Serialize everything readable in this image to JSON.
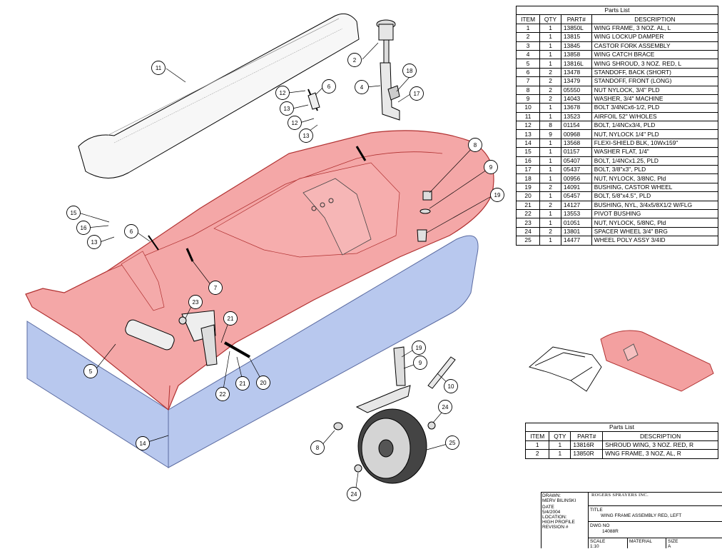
{
  "parts_main": {
    "caption": "Parts List",
    "headers": [
      "ITEM",
      "QTY",
      "PART#",
      "DESCRIPTION"
    ],
    "rows": [
      [
        "1",
        "1",
        "13850L",
        "WING FRAME, 3 NOZ. AL, L"
      ],
      [
        "2",
        "1",
        "13815",
        "WING LOCKUP DAMPER"
      ],
      [
        "3",
        "1",
        "13845",
        "CASTOR FORK ASSEMBLY"
      ],
      [
        "4",
        "1",
        "13858",
        "WING CATCH BRACE"
      ],
      [
        "5",
        "1",
        "13816L",
        "WING SHROUD, 3 NOZ. RED, L"
      ],
      [
        "6",
        "2",
        "13478",
        "STANDOFF, BACK (SHORT)"
      ],
      [
        "7",
        "2",
        "13479",
        "STANDOFF, FRONT (LONG)"
      ],
      [
        "8",
        "2",
        "05550",
        "NUT NYLOCK, 3/4\" PLD"
      ],
      [
        "9",
        "2",
        "14043",
        "WASHER, 3/4\" MACHINE"
      ],
      [
        "10",
        "1",
        "13678",
        "BOLT 3/4NCx6-1/2, PLD"
      ],
      [
        "11",
        "1",
        "13523",
        "AIRFOIL 52\" W/HOLES"
      ],
      [
        "12",
        "8",
        "01154",
        "BOLT, 1/4NCx3/4, PLD"
      ],
      [
        "13",
        "9",
        "00968",
        "NUT, NYLOCK 1/4\" PLD"
      ],
      [
        "14",
        "1",
        "13568",
        "FLEXI-SHIELD BLK, 10Wx159\""
      ],
      [
        "15",
        "1",
        "01157",
        "WASHER FLAT, 1/4\""
      ],
      [
        "16",
        "1",
        "05407",
        "BOLT, 1/4NCx1.25, PLD"
      ],
      [
        "17",
        "1",
        "05437",
        "BOLT, 3/8\"x3\", PLD"
      ],
      [
        "18",
        "1",
        "00956",
        "NUT, NYLOCK, 3/8NC, Pld"
      ],
      [
        "19",
        "2",
        "14091",
        "BUSHING, CASTOR WHEEL"
      ],
      [
        "20",
        "1",
        "05457",
        "BOLT, 5/8\"x4.5\", PLD"
      ],
      [
        "21",
        "2",
        "14127",
        "BUSHING, NYL, 3/4x5/8X1/2 W/FLG"
      ],
      [
        "22",
        "1",
        "13553",
        "PIVOT BUSHING"
      ],
      [
        "23",
        "1",
        "01051",
        "NUT, NYLOCK, 5/8NC, Pld"
      ],
      [
        "24",
        "2",
        "13801",
        "SPACER WHEEL 3/4\" BRG"
      ],
      [
        "25",
        "1",
        "14477",
        "WHEEL POLY ASSY 3/4ID"
      ]
    ]
  },
  "parts_small": {
    "caption": "Parts List",
    "headers": [
      "ITEM",
      "QTY",
      "PART#",
      "DESCRIPTION"
    ],
    "rows": [
      [
        "1",
        "1",
        "13816R",
        "SHROUD WING, 3 NOZ. RED, R"
      ],
      [
        "2",
        "1",
        "13850R",
        "WNG FRAME, 3 NOZ, AL, R"
      ]
    ]
  },
  "title_block": {
    "drawn_label": "DRAWN:",
    "drawn_by": "MERV BILINSKI",
    "date_label": "DATE",
    "date": "5/4/2004",
    "location_label": "LOCATION:",
    "location": "HIGH PROFILE",
    "revision_label": "REVISION #",
    "company": "ROGERS SPRAYERS INC.",
    "title_label": "TITLE",
    "title": "WING FRAME ASSEMBLY RED, LEFT",
    "dwg_label": "DWG NO",
    "dwg_no": "14088R",
    "scale_label": "SCALE",
    "scale": "1:10",
    "material_label": "MATERIAL",
    "size_label": "SIZE",
    "size": "A"
  },
  "callouts": [
    {
      "id": "c11",
      "label": "11"
    },
    {
      "id": "c2",
      "label": "2"
    },
    {
      "id": "c18",
      "label": "18"
    },
    {
      "id": "c4",
      "label": "4"
    },
    {
      "id": "c17",
      "label": "17"
    },
    {
      "id": "c6a",
      "label": "6"
    },
    {
      "id": "c12a",
      "label": "12"
    },
    {
      "id": "c13a",
      "label": "13"
    },
    {
      "id": "c12b",
      "label": "12"
    },
    {
      "id": "c13b",
      "label": "13"
    },
    {
      "id": "c8a",
      "label": "8"
    },
    {
      "id": "c9a",
      "label": "9"
    },
    {
      "id": "c19a",
      "label": "19"
    },
    {
      "id": "c15",
      "label": "15"
    },
    {
      "id": "c16",
      "label": "16"
    },
    {
      "id": "c13c",
      "label": "13"
    },
    {
      "id": "c6b",
      "label": "6"
    },
    {
      "id": "c7",
      "label": "7"
    },
    {
      "id": "c23",
      "label": "23"
    },
    {
      "id": "c21a",
      "label": "21"
    },
    {
      "id": "c5",
      "label": "5"
    },
    {
      "id": "c22",
      "label": "22"
    },
    {
      "id": "c21b",
      "label": "21"
    },
    {
      "id": "c20",
      "label": "20"
    },
    {
      "id": "c19b",
      "label": "19"
    },
    {
      "id": "c9b",
      "label": "9"
    },
    {
      "id": "c10",
      "label": "10"
    },
    {
      "id": "c14",
      "label": "14"
    },
    {
      "id": "c8b",
      "label": "8"
    },
    {
      "id": "c24a",
      "label": "24"
    },
    {
      "id": "c25",
      "label": "25"
    },
    {
      "id": "c24b",
      "label": "24"
    }
  ],
  "colors": {
    "shroud_fill": "#f08a8a",
    "shroud_stroke": "#b03030",
    "flexi_fill": "#b8c8ee",
    "line": "#000000",
    "metal": "#d8d8d8"
  }
}
